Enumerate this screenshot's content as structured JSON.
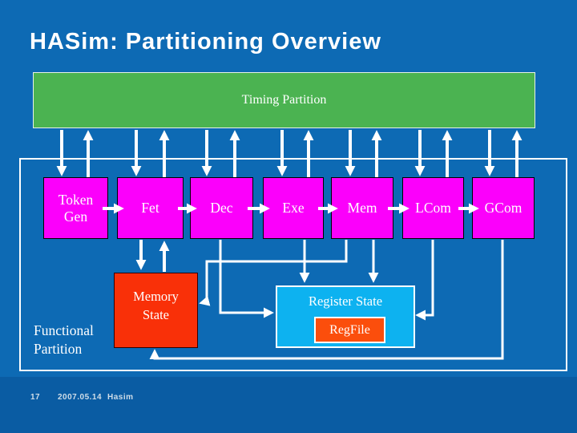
{
  "slide": {
    "title": "HASim: Partitioning Overview",
    "page_number": "17",
    "date": "2007.05.14",
    "footer_label": "Hasim"
  },
  "diagram": {
    "timing_partition": {
      "label": "Timing Partition"
    },
    "functional_partition": {
      "label": "Functional\nPartition"
    },
    "pipeline": {
      "stages": [
        {
          "id": "token-gen",
          "label": "Token\nGen"
        },
        {
          "id": "fet",
          "label": "Fet"
        },
        {
          "id": "dec",
          "label": "Dec"
        },
        {
          "id": "exe",
          "label": "Exe"
        },
        {
          "id": "mem",
          "label": "Mem"
        },
        {
          "id": "lcom",
          "label": "LCom"
        },
        {
          "id": "gcom",
          "label": "GCom"
        }
      ]
    },
    "memory_state": {
      "label": "Memory\nState"
    },
    "register_state": {
      "label": "Register State",
      "reg_file_label": "RegFile"
    }
  },
  "colors": {
    "slide_bg": "#0D6AB4",
    "footer_band": "#0A5CA3",
    "timing_green": "#4BB351",
    "stage_magenta": "#FB00FB",
    "memory_red": "#F93008",
    "register_blue": "#0DB2F0",
    "regfile_orange": "#FB4E0C",
    "arrow_white": "#FFFFFF",
    "title_text": "#FFFFFF",
    "footer_text": "#CFDDE8"
  }
}
